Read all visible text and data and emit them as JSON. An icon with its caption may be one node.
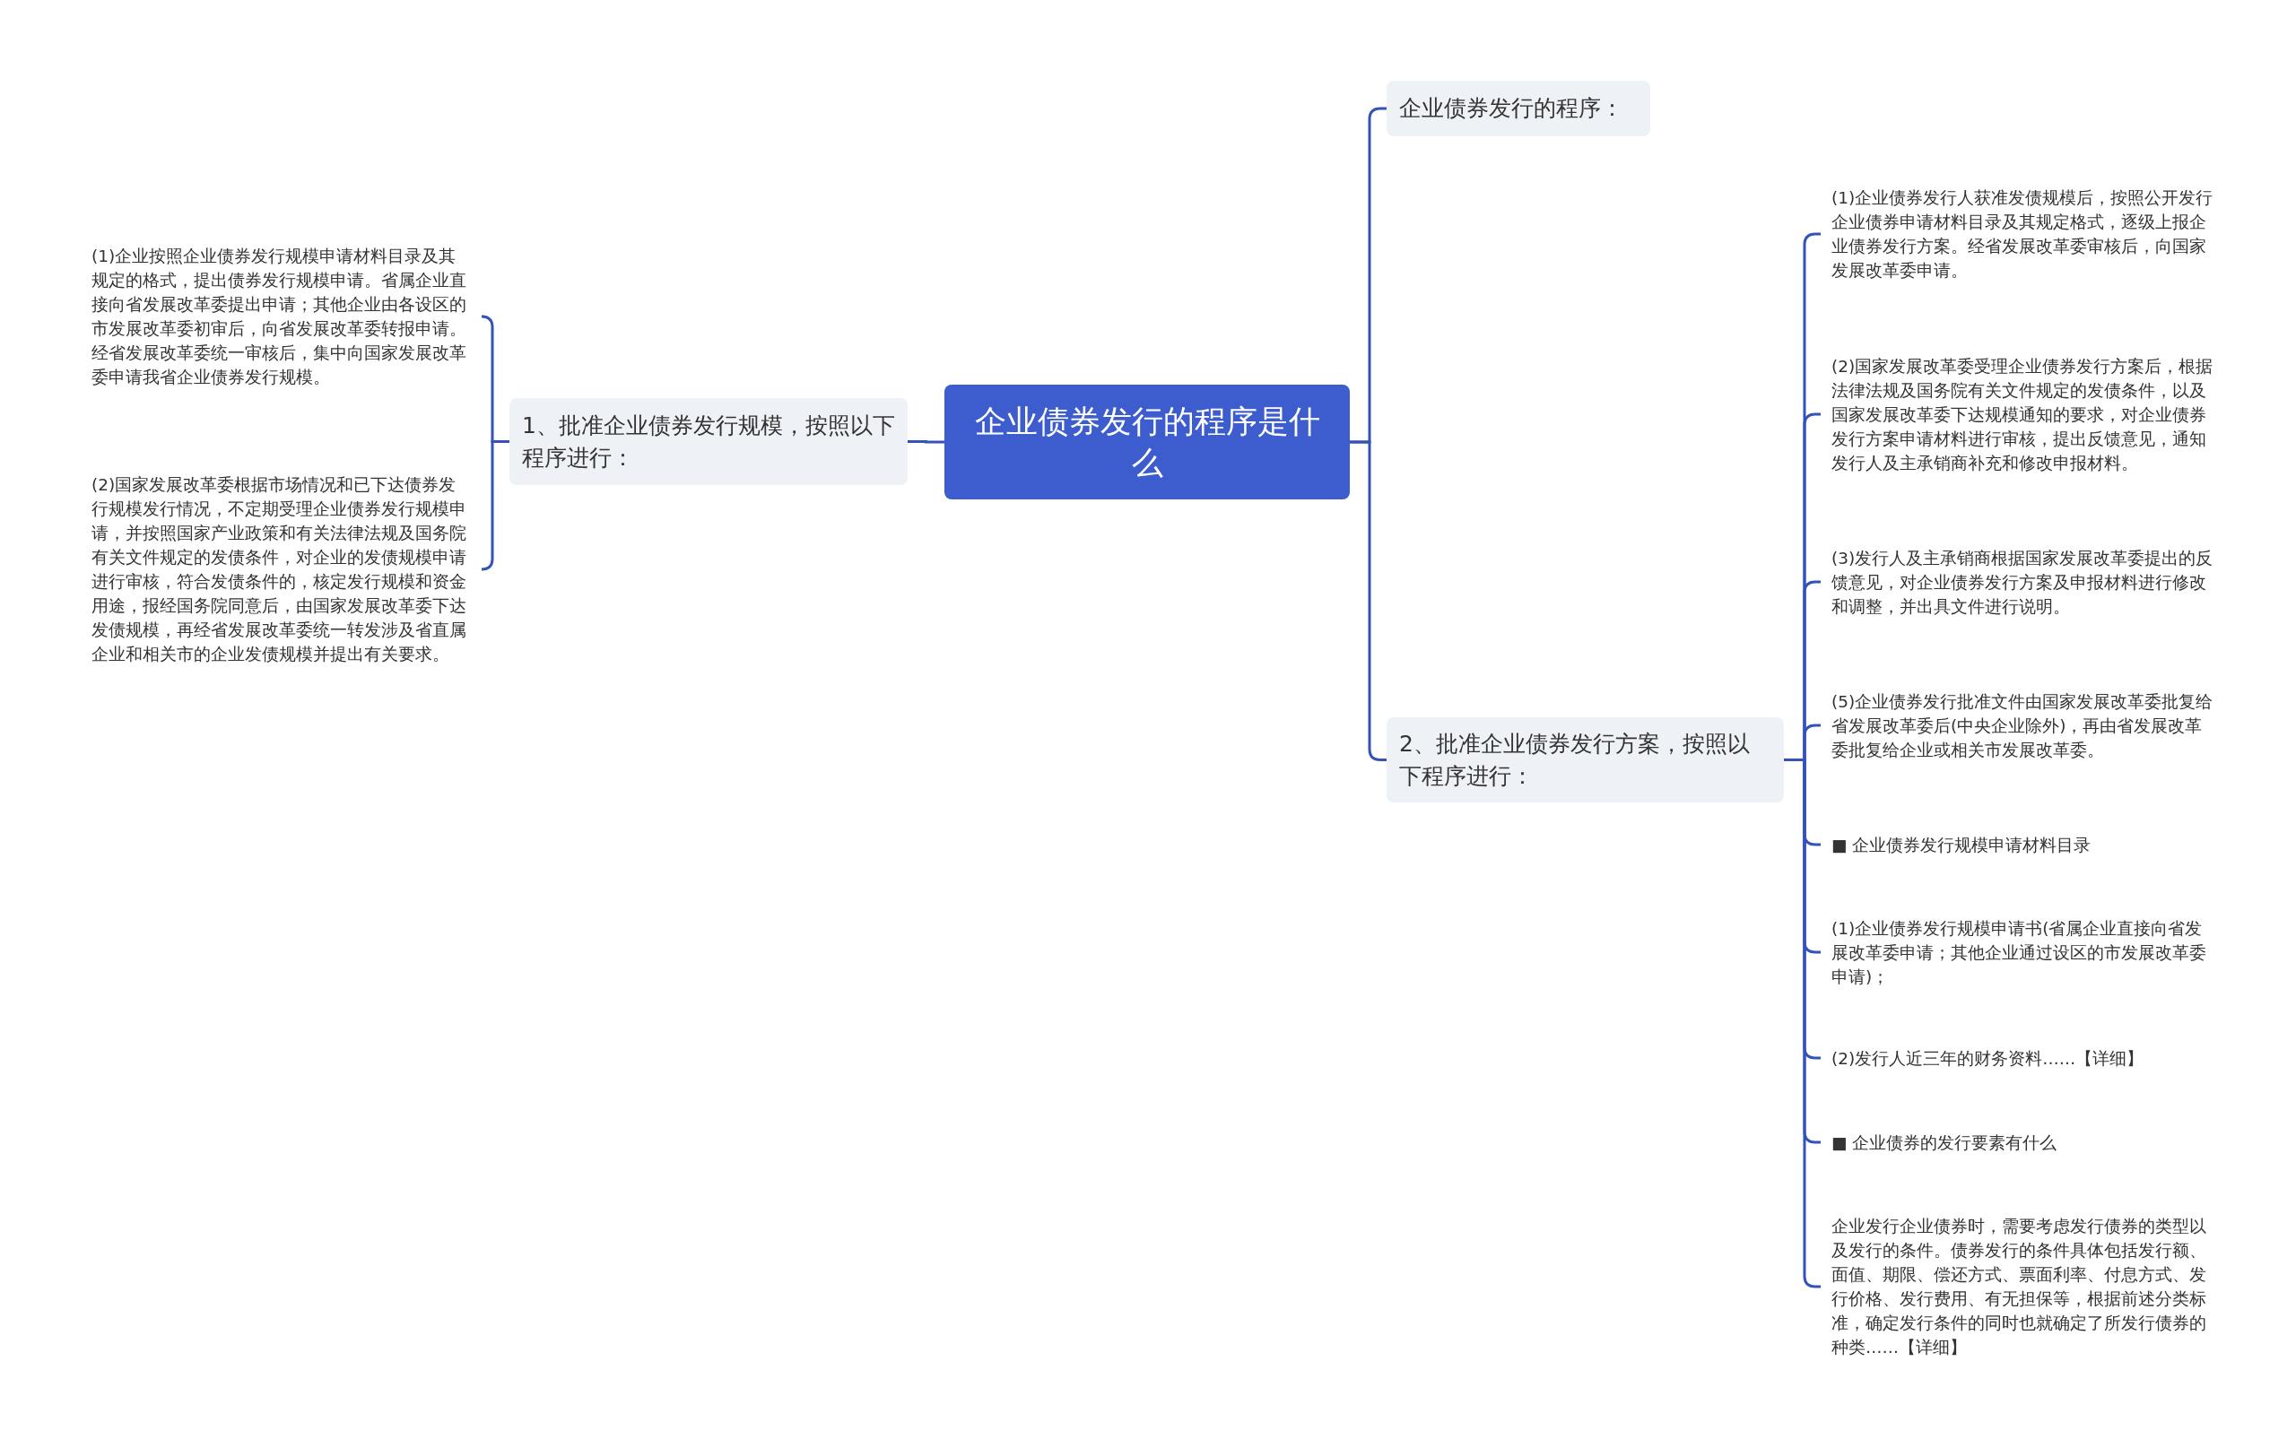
{
  "diagram": {
    "nodes": [
      {
        "text": [
          "企业债券发行的程序是什么"
        ]
      },
      {
        "text": [
          "1、批准企业债券发行规模，按照以下程序进行："
        ]
      },
      {
        "text": [
          "(1)企业按照企业债券发行规模申请材料目录及其规定的格式，提出债券发行规模申请。省属企业直接向省发展改革委提出申请；其他企业由各设区的市发展改革委初审后，向省发展改革委转报申请。经省发展改革委统一审核后，集中向国家发展改革委申请我省企业债券发行规模。"
        ]
      },
      {
        "text": [
          "(2)国家发展改革委根据市场情况和已下达债券发行规模发行情况，不定期受理企业债券发行规模申请，并按照国家产业政策和有关法律法规及国务院有关文件规定的发债条件，对企业的发债规模申请进行审核，符合发债条件的，核定发行规模和资金用途，报经国务院同意后，由国家发展改革委下达发债规模，再经省发展改革委统一转发涉及省直属企业和相关市的企业发债规模并提出有关要求。"
        ]
      },
      {
        "text": [
          "企业债券发行的程序："
        ]
      },
      {
        "text": [
          "2、批准企业债券发行方案，按照以下程序进行："
        ]
      },
      {
        "text": [
          "(1)企业债券发行人获准发债规模后，按照公开发行企业债券申请材料目录及其规定格式，逐级上报企业债券发行方案。经省发展改革委审核后，向国家发展改革委申请。"
        ]
      },
      {
        "text": [
          "(2)国家发展改革委受理企业债券发行方案后，根据法律法规及国务院有关文件规定的发债条件，以及国家发展改革委下达规模通知的要求，对企业债券发行方案申请材料进行审核，提出反馈意见，通知发行人及主承销商补充和修改申报材料。"
        ]
      },
      {
        "text": [
          "(3)发行人及主承销商根据国家发展改革委提出的反馈意见，对企业债券发行方案及申报材料进行修改和调整，并出具文件进行说明。"
        ]
      },
      {
        "text": [
          "(5)企业债券发行批准文件由国家发展改革委批复给省发展改革委后(中央企业除外)，再由省发展改革委批复给企业或相关市发展改革委。"
        ]
      },
      {
        "text": [
          "■ 企业债券发行规模申请材料目录"
        ]
      },
      {
        "text": [
          "(1)企业债券发行规模申请书(省属企业直接向省发展改革委申请；其他企业通过设区的市发展改革委申请)；"
        ]
      },
      {
        "text": [
          "(2)发行人近三年的财务资料……【详细】"
        ]
      },
      {
        "text": [
          "■ 企业债券的发行要素有什么"
        ]
      },
      {
        "text": [
          "企业发行企业债券时，需要考虑发行债券的类型以及发行的条件。债券发行的条件具体包括发行额、面值、期限、偿还方式、票面利率、付息方式、发行价格、发行费用、有无担保等，根据前述分类标准，确定发行条件的同时也就确定了所发行债券的种类……【详细】"
        ]
      }
    ],
    "edges": [
      {
        "from": 0,
        "to": 1,
        "arrow": "none"
      },
      {
        "from": 1,
        "to": 2,
        "arrow": "none"
      },
      {
        "from": 1,
        "to": 3,
        "arrow": "none"
      },
      {
        "from": 0,
        "to": 4,
        "arrow": "none"
      },
      {
        "from": 0,
        "to": 5,
        "arrow": "none"
      },
      {
        "from": 5,
        "to": 6,
        "arrow": "none"
      },
      {
        "from": 5,
        "to": 7,
        "arrow": "none"
      },
      {
        "from": 5,
        "to": 8,
        "arrow": "none"
      },
      {
        "from": 5,
        "to": 9,
        "arrow": "none"
      },
      {
        "from": 5,
        "to": 10,
        "arrow": "none"
      },
      {
        "from": 5,
        "to": 11,
        "arrow": "none"
      },
      {
        "from": 5,
        "to": 12,
        "arrow": "none"
      },
      {
        "from": 5,
        "to": 13,
        "arrow": "none"
      },
      {
        "from": 5,
        "to": 14,
        "arrow": "none"
      }
    ]
  }
}
